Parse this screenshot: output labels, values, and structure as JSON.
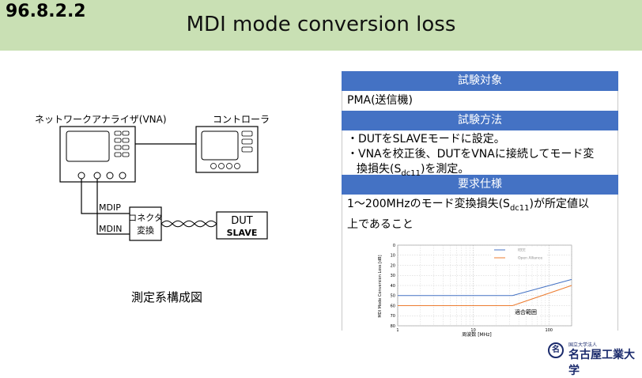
{
  "header": {
    "section_number": "96.8.2.2",
    "title": "MDI mode conversion loss"
  },
  "diagram": {
    "vna_label": "ネットワークアナライザ(VNA)",
    "controller_label": "コントローラ",
    "mdip_label": "MDIP",
    "mdin_label": "MDIN",
    "connector_label_line1": "コネクタ",
    "connector_label_line2": "変換",
    "dut_label": "DUT",
    "slave_label": "SLAVE",
    "caption": "測定系構成図"
  },
  "panel": {
    "target_header": "試験対象",
    "target_value": "PMA(送信機)",
    "method_header": "試験方法",
    "method_bullet1": "・DUTをSLAVEモードに設定。",
    "method_bullet2a": "・VNAを校正後、DUTをVNAに接続してモード変",
    "method_bullet2b_pre": "換損失(S",
    "method_bullet2b_sub": "dc11",
    "method_bullet2b_post": ")を測定。",
    "req_header": "要求仕様",
    "req_line1_pre": "1～200MHzのモード変換損失(S",
    "req_line1_sub": "dc11",
    "req_line1_post": ")が所定値以",
    "req_line2": "上であること"
  },
  "chart_data": {
    "type": "line",
    "xlabel": "周波数 [MHz]",
    "ylabel": "MDI Mode Conversion Loss [dB]",
    "xscale": "log",
    "xlim": [
      1,
      200
    ],
    "ylim": [
      0,
      80
    ],
    "y_reversed": true,
    "x_ticks": [
      "1",
      "10",
      "100"
    ],
    "y_ticks": [
      "0",
      "10",
      "20",
      "30",
      "40",
      "50",
      "60",
      "70",
      "80"
    ],
    "legend_position": "top-right",
    "annotation": "適合範囲",
    "series": [
      {
        "name": "IEEE",
        "color": "#4472c4",
        "x": [
          1,
          33,
          200
        ],
        "y": [
          50,
          50,
          34
        ]
      },
      {
        "name": "Open Alliance",
        "color": "#ed7d31",
        "x": [
          1,
          33,
          200
        ],
        "y": [
          60,
          60,
          40
        ]
      }
    ]
  },
  "logo": {
    "emblem": "名",
    "small_text": "国立大学法人",
    "name": "名古屋工業大学"
  },
  "colors": {
    "header_bg": "#c9e0b4",
    "panel_header_bg": "#4472c4",
    "ieee_line": "#4472c4",
    "open_alliance_line": "#ed7d31"
  }
}
